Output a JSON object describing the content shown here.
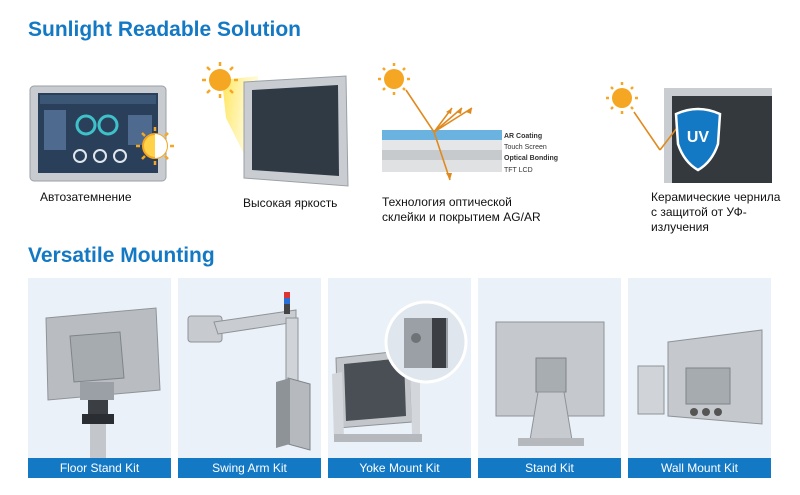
{
  "sections": {
    "sunlight_title": "Sunlight Readable Solution",
    "mounting_title": "Versatile Mounting"
  },
  "features": [
    {
      "icon": "auto-dimming-icon",
      "caption_lines": [
        "Автозатемнение"
      ]
    },
    {
      "icon": "high-brightness-icon",
      "caption_lines": [
        "Высокая яркость"
      ]
    },
    {
      "icon": "optical-bonding-icon",
      "caption_lines": [
        "Технология оптической",
        "склейки и покрытием AG/AR"
      ]
    },
    {
      "icon": "uv-protection-icon",
      "caption_lines": [
        "Керамические чернила",
        "с защитой от УФ-",
        "излучения"
      ]
    }
  ],
  "layers": {
    "ar_coating": "AR Coating",
    "touch_screen": "Touch Screen",
    "optical_bonding": "Optical Bonding",
    "tft_lcd": "TFT LCD"
  },
  "uv_badge": "UV",
  "kits": [
    {
      "label": "Floor Stand Kit"
    },
    {
      "label": "Swing Arm Kit"
    },
    {
      "label": "Yoke Mount Kit"
    },
    {
      "label": "Stand Kit"
    },
    {
      "label": "Wall Mount Kit"
    }
  ],
  "colors": {
    "accent": "#1479c4",
    "sun": "#f5a623",
    "kit_background": "#eaf1f8"
  }
}
